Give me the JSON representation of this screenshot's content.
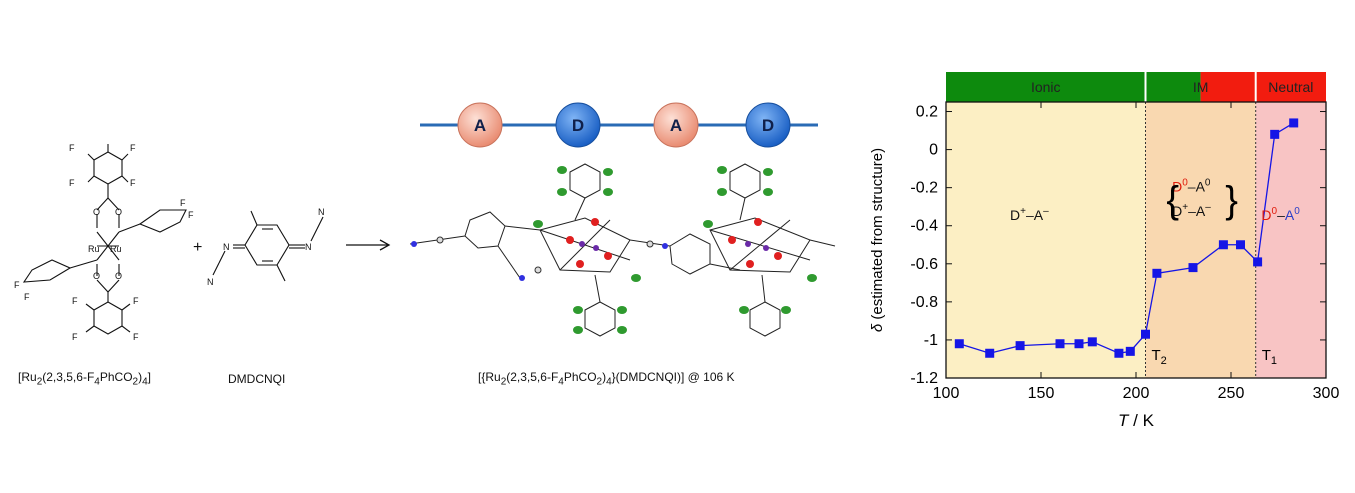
{
  "reactant1": {
    "caption_pre": "[Ru",
    "caption_sub1": "2",
    "caption_mid": "(2,3,5,6-F",
    "caption_sub2": "4",
    "caption_mid2": "PhCO",
    "caption_sub3": "2",
    "caption_post": ")",
    "caption_sub4": "4",
    "caption_end": "]",
    "atom_F": "F",
    "atom_O": "O",
    "atom_Ru": "Ru"
  },
  "plus_sign": "+",
  "reactant2": {
    "caption": "DMDCNQI",
    "atom_N": "N"
  },
  "product": {
    "caption_pre": "[{Ru",
    "caption_sub1": "2",
    "caption_mid": "(2,3,5,6-F",
    "caption_sub2": "4",
    "caption_mid2": "PhCO",
    "caption_sub3": "2",
    "caption_mid3": ")",
    "caption_sub4": "4",
    "caption_post": "}(DMDCNQI)] @ 106 K",
    "chain_labels": [
      "A",
      "D",
      "A",
      "D"
    ],
    "colors": {
      "acceptor": "#f2a58e",
      "donor": "#2f7de0",
      "chain_line": "#2a6bb5"
    }
  },
  "chart_data": {
    "type": "scatter",
    "xlabel_italic": "T",
    "xlabel_rest": " / K",
    "ylabel_italic": "δ",
    "ylabel_rest": " (estimated from structure)",
    "xlim": [
      100,
      300
    ],
    "ylim": [
      -1.2,
      0.25
    ],
    "xticks": [
      100,
      150,
      200,
      250,
      300
    ],
    "yticks": [
      0.2,
      0,
      -0.2,
      -0.4,
      -0.6,
      -0.8,
      -1,
      -1.2
    ],
    "ytick_labels": [
      "0.2",
      "0",
      "-0.2",
      "-0.4",
      "-0.6",
      "-0.8",
      "-1",
      "-1.2"
    ],
    "series": [
      {
        "color": "#1515e6",
        "x": [
          107,
          123,
          139,
          160,
          170,
          177,
          191,
          197,
          205,
          211,
          230,
          246,
          255,
          264,
          273,
          283
        ],
        "y": [
          -1.02,
          -1.07,
          -1.03,
          -1.02,
          -1.02,
          -1.01,
          -1.07,
          -1.06,
          -0.97,
          -0.65,
          -0.62,
          -0.5,
          -0.5,
          -0.59,
          0.08,
          0.14
        ]
      }
    ],
    "transitions": [
      {
        "t": 205,
        "label": "T",
        "sub": "2"
      },
      {
        "t": 263,
        "label": "T",
        "sub": "1"
      }
    ],
    "regions": [
      {
        "from": 100,
        "to": 205,
        "header": "Ionic",
        "header_color": "#0d8a0d",
        "fill": "#fcefc4"
      },
      {
        "from": 205,
        "to": 263,
        "header": "IM",
        "header_color": "#0d8a0d",
        "header_color2": "#f21c0f",
        "fill": "#f9d8b0"
      },
      {
        "from": 263,
        "to": 300,
        "header": "Neutral",
        "header_color": "#f21c0f",
        "fill": "#f8c4c4"
      }
    ],
    "annotations": {
      "ionic_state": {
        "d": "D",
        "dsup": "+",
        "dash": "–",
        "a": "A",
        "asup": "–"
      },
      "im_state_top": {
        "d": "D",
        "dsup": "0",
        "dash": "–",
        "a": "A",
        "asup": "0"
      },
      "im_state_bottom": {
        "d": "D",
        "dsup": "+",
        "dash": "–",
        "a": "A",
        "asup": "–"
      },
      "neutral_state": {
        "d": "D",
        "dsup": "0",
        "dash": "–",
        "a": "A",
        "asup": "0"
      }
    }
  }
}
